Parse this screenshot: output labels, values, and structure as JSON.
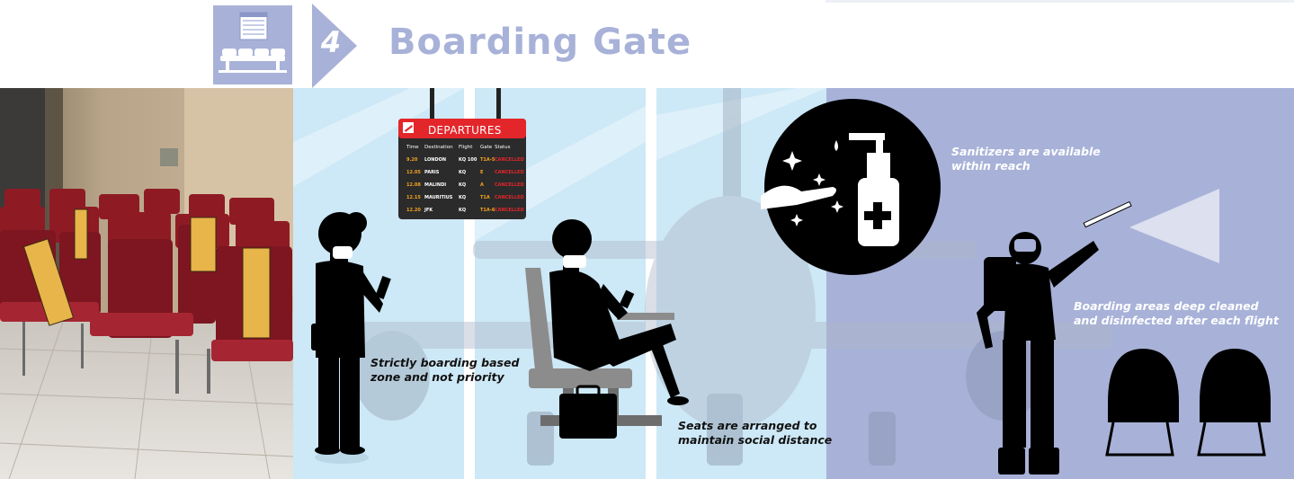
{
  "header": {
    "step_number": "4",
    "title": "Boarding Gate"
  },
  "board": {
    "title": "DEPARTURES",
    "columns": [
      "Time",
      "Destination",
      "Flight",
      "Gate",
      "Status"
    ],
    "rows": [
      {
        "time": "9.20",
        "destination": "LONDON",
        "flight": "KQ 100",
        "gate": "T1A-5",
        "status": "CANCELLED"
      },
      {
        "time": "12.05",
        "destination": "PARIS",
        "flight": "KQ",
        "gate": "E",
        "status": "CANCELLED"
      },
      {
        "time": "12.08",
        "destination": "MALINDI",
        "flight": "KQ",
        "gate": "A",
        "status": "CANCELLED"
      },
      {
        "time": "12.15",
        "destination": "MAURITIUS",
        "flight": "KQ",
        "gate": "T1A",
        "status": "CANCELLED"
      },
      {
        "time": "12.20",
        "destination": "JFK",
        "flight": "KQ",
        "gate": "T1A-6",
        "status": "CANCELLED"
      }
    ]
  },
  "captions": {
    "boarding": {
      "line1": "Strictly boarding based",
      "line2": "zone and not priority"
    },
    "seats": {
      "line1": "Seats are arranged to",
      "line2": "maintain social distance"
    },
    "sanitizers": {
      "line1": "Sanitizers are available",
      "line2": "within reach"
    },
    "cleaning": {
      "line1": "Boarding areas deep cleaned",
      "line2": "and disinfected after each flight"
    }
  },
  "colors": {
    "accent_lavender": "#a8b2d8",
    "panel_light_blue": "#cfe9f7",
    "board_red": "#e3262a",
    "seat_red": "#8e1b24"
  },
  "icons": {
    "header_thumbnail": "gate-seating-icon",
    "step_arrow": "chevron-right-icon",
    "sanitizer": "hand-sanitizer-icon",
    "plane": "airplane-icon"
  }
}
